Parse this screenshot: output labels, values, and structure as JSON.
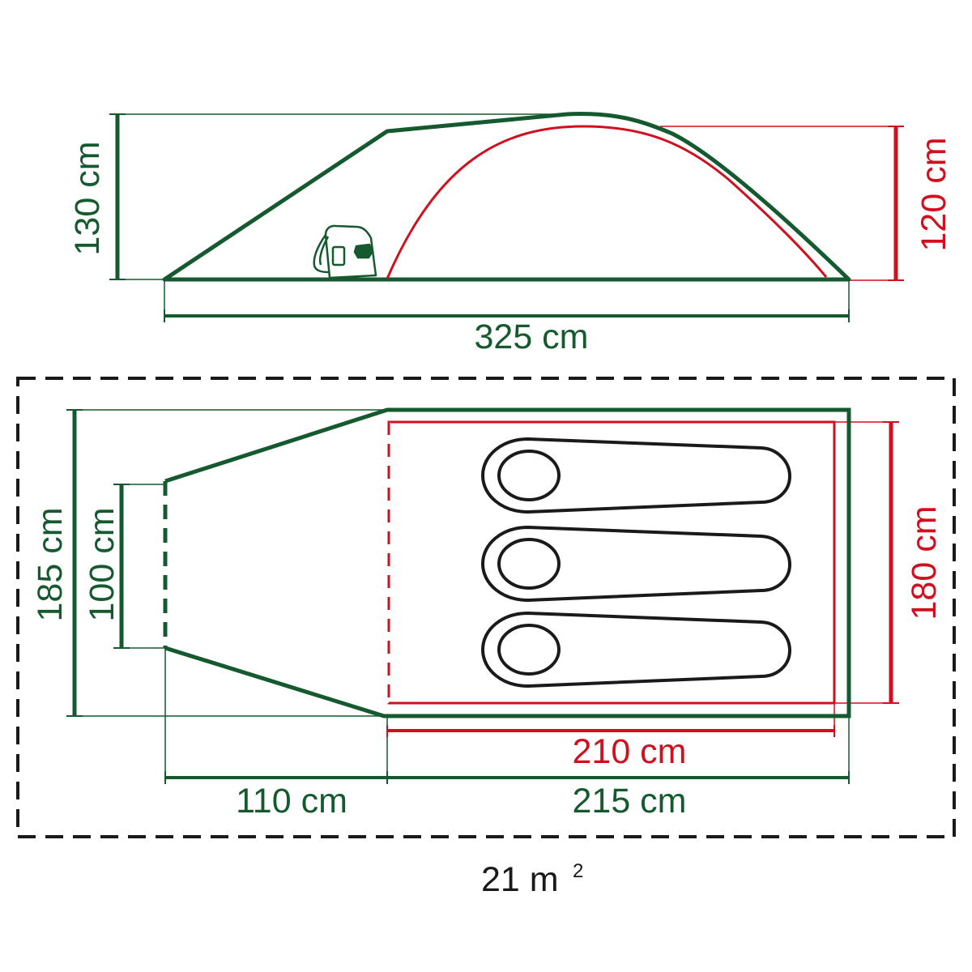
{
  "colors": {
    "outer_tent": "#145a2e",
    "inner_tent": "#d0101e",
    "footprint": "#1a1a1a",
    "background": "#ffffff"
  },
  "side_view": {
    "total_length": "325 cm",
    "outer_height": "130 cm",
    "inner_height": "120 cm",
    "icon": "backpack-icon"
  },
  "floor_plan": {
    "outer_width": "185 cm",
    "entrance_width": "100 cm",
    "inner_width": "180 cm",
    "inner_length": "210 cm",
    "vestibule_length": "110 cm",
    "sleeping_area_length": "215 cm",
    "sleeping_bags": 3,
    "icon": "sleeping-bag-icon"
  },
  "footprint_area": {
    "value": "21 m",
    "superscript": "2"
  }
}
